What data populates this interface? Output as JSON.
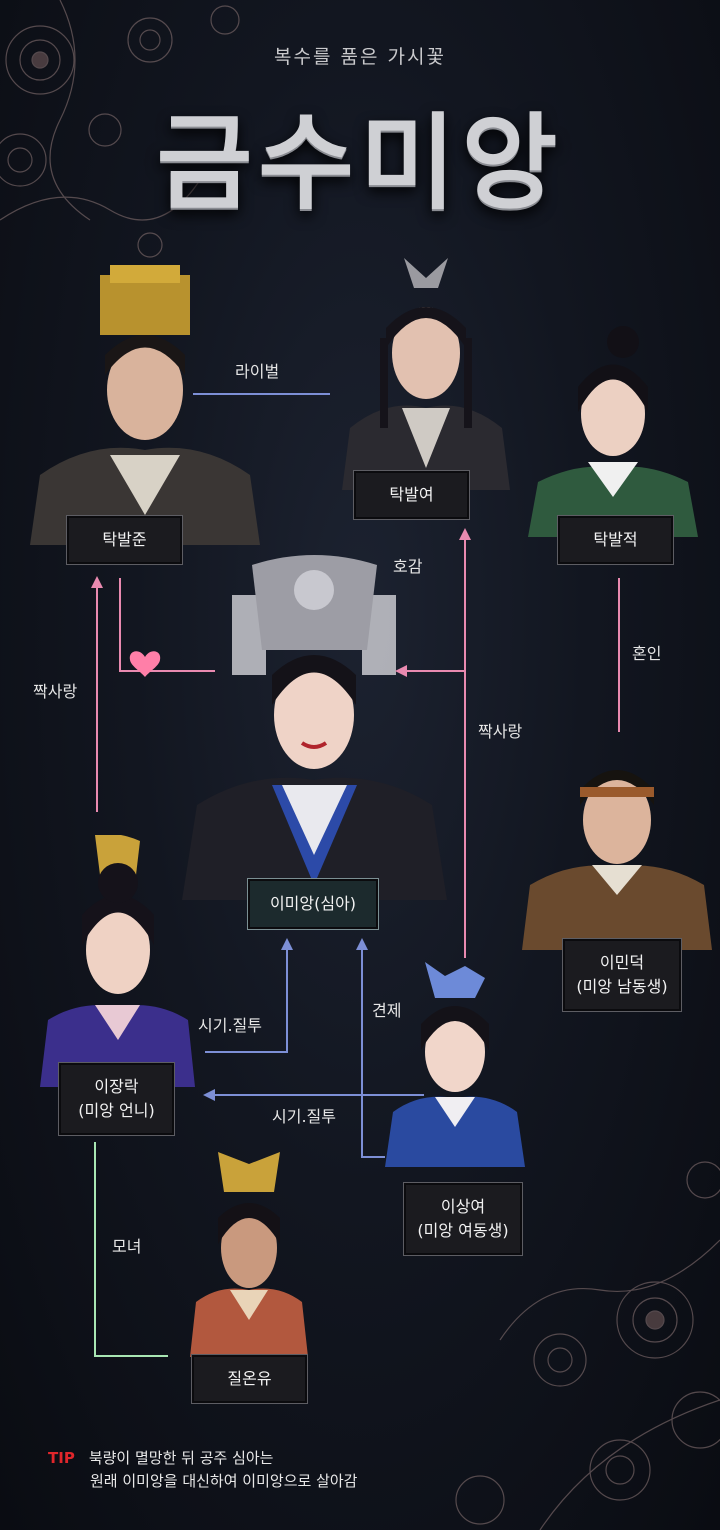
{
  "header": {
    "subtitle": "복수를 품은 가시꽃",
    "title": "금수미앙"
  },
  "characters": {
    "tabaljun": {
      "name": "탁발준"
    },
    "tabalyeo": {
      "name": "탁발여"
    },
    "tabaljeok": {
      "name": "탁발적"
    },
    "imiang": {
      "name": "이미앙(심아)"
    },
    "iminduk": {
      "name": "이민덕",
      "note": "(미앙 남동생)"
    },
    "ijangrak": {
      "name": "이장락",
      "note": "(미앙 언니)"
    },
    "isangyeo": {
      "name": "이상여",
      "note": "(미앙 여동생)"
    },
    "jileunyu": {
      "name": "질온유"
    }
  },
  "relations": {
    "rival": "라이벌",
    "favor": "호감",
    "marriage": "혼인",
    "crush_left": "짝사랑",
    "crush_right": "짝사랑",
    "restraint": "견제",
    "jealousy_1": "시기.질투",
    "jealousy_2": "시기.질투",
    "mother_daughter": "모녀"
  },
  "tip": {
    "label": "TIP",
    "line1": "북량이 멸망한 뒤 공주 심아는",
    "line2": "원래 이미앙을 대신하여 이미앙으로 살아감"
  },
  "colors": {
    "background": "#121620",
    "pink_line": "#e98ab0",
    "blue_line": "#7d8fd6",
    "green_line": "#a8e6b3",
    "heart": "#ff7fa8",
    "tip_red": "#e0262b"
  }
}
